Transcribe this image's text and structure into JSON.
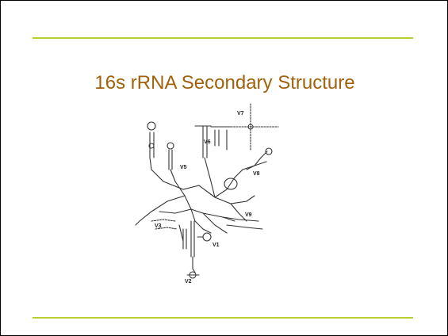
{
  "slide": {
    "title": "16s rRNA Secondary Structure",
    "accent_color": "#b8cf2f",
    "title_color": "#a0620c"
  },
  "figure": {
    "regions": [
      "V1",
      "V2",
      "V3",
      "V5",
      "V6",
      "V7",
      "V8",
      "V9"
    ]
  }
}
